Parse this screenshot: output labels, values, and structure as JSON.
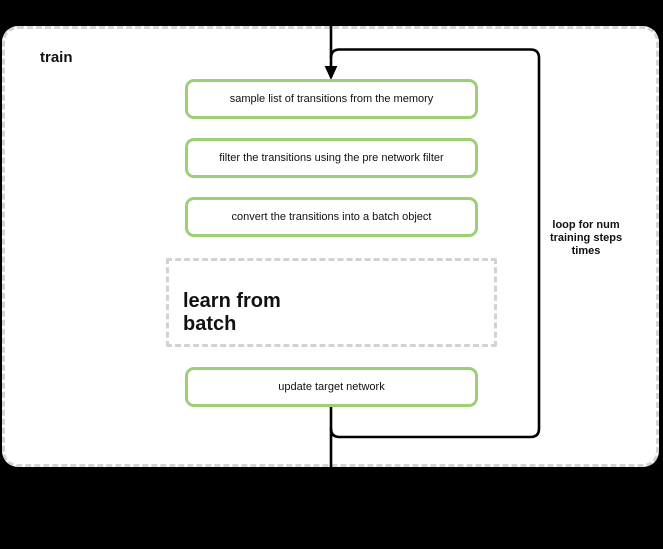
{
  "diagram": {
    "type": "flowchart",
    "container": {
      "label": "train"
    },
    "loop": {
      "label": "loop for num\ntraining steps\ntimes"
    },
    "nodes": [
      {
        "id": "sample",
        "label": "sample list of transitions from the memory"
      },
      {
        "id": "filter",
        "label": "filter the transitions using the pre network filter"
      },
      {
        "id": "convert",
        "label": "convert the transitions into a batch object"
      },
      {
        "id": "learn",
        "label": "learn from\nbatch"
      },
      {
        "id": "update",
        "label": "update target network"
      }
    ],
    "edges": [
      {
        "from": "offscreen-top",
        "to": "sample",
        "style": "arrow-down"
      },
      {
        "from": "update",
        "to": "offscreen-bottom",
        "style": "line-down"
      }
    ],
    "colors": {
      "background": "#000000",
      "canvas": "#ffffff",
      "node_border_green": "#9bd077",
      "dashed_gray": "#d4d4d4",
      "line_black": "#000000"
    }
  }
}
